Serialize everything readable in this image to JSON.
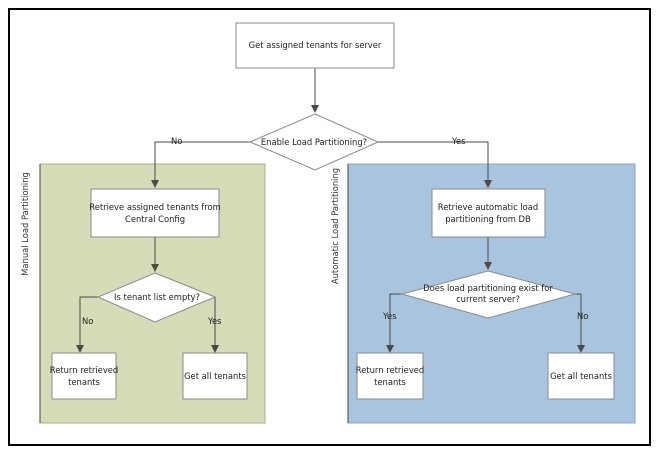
{
  "colors": {
    "frame": "#000000",
    "box_fill": "#ffffff",
    "box_stroke": "#8a8a8a",
    "arrow": "#4a4a4a",
    "lane_manual": "#d5dcb8",
    "lane_manual_stroke": "#a9b08c",
    "lane_auto": "#a9c4de",
    "lane_auto_stroke": "#89a6c2"
  },
  "lanes": {
    "manual": "Manual Load Partitioning",
    "automatic": "Automatic Load Partitioning"
  },
  "nodes": {
    "get_tenants": "Get assigned tenants for server",
    "enable_lp": "Enable Load Partitioning?",
    "retrieve_cc_1": "Retrieve assigned tenants from",
    "retrieve_cc_2": "Central Config",
    "tenant_empty": "Is tenant list empty?",
    "return_left_1": "Return retrieved",
    "return_left_2": "tenants",
    "get_all_left": "Get all tenants",
    "retrieve_db_1": "Retrieve automatic load",
    "retrieve_db_2": "partitioning from DB",
    "lp_exist_1": "Does load partitioning exist for",
    "lp_exist_2": "current server?",
    "return_right_1": "Return retrieved",
    "return_right_2": "tenants",
    "get_all_right": "Get all tenants"
  },
  "edges": {
    "no_main": "No",
    "yes_main": "Yes",
    "no_left": "No",
    "yes_left": "Yes",
    "yes_right": "Yes",
    "no_right": "No"
  }
}
